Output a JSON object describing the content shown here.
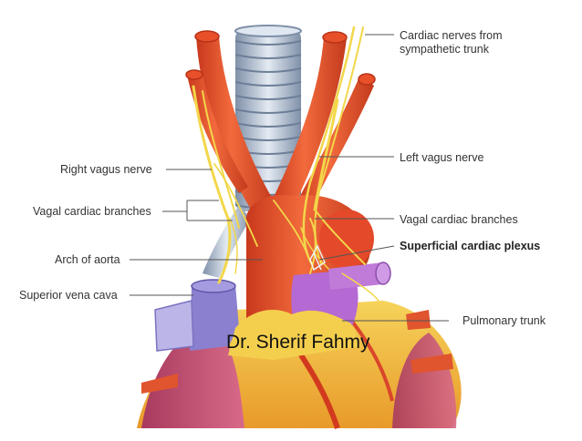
{
  "labels": {
    "cardiac_nerves_line1": "Cardiac nerves from",
    "cardiac_nerves_line2": "sympathetic trunk",
    "left_vagus_nerve": "Left vagus nerve",
    "right_vagus_nerve": "Right vagus nerve",
    "vagal_cardiac_branches_left": "Vagal cardiac branches",
    "vagal_cardiac_branches_right": "Vagal cardiac branches",
    "superficial_cardiac_plexus": "Superficial cardiac plexus",
    "arch_of_aorta": "Arch of aorta",
    "superior_vena_cava": "Superior vena cava",
    "pulmonary_trunk": "Pulmonary trunk"
  },
  "watermark": "Dr. Sherif Fahmy",
  "colors": {
    "artery": "#e8502a",
    "artery_dark": "#b83218",
    "vein": "#8a7fd0",
    "pulmonary": "#b06ad0",
    "nerve": "#f3d74a",
    "heart_yellow": "#f1c84a",
    "heart_pink": "#c44f74",
    "trachea": "#b9c6d6",
    "leader_line": "#555555"
  }
}
